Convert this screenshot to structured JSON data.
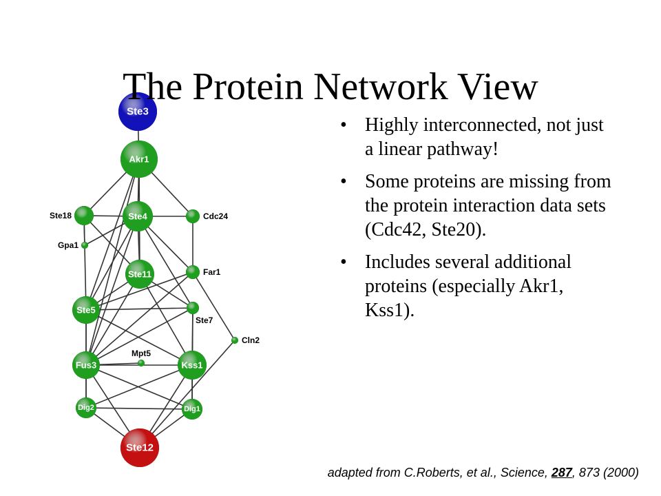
{
  "slide": {
    "title": "The Protein Network View",
    "bullets": [
      "Highly interconnected, not just a linear pathway!",
      "Some proteins are missing from the protein interaction data sets (Cdc42, Ste20).",
      "Includes several additional proteins (especially Akr1, Kss1)."
    ],
    "citation": {
      "before": "adapted from C.Roberts, et al., Science, ",
      "volume": "287",
      "after": ", 873 (2000)"
    }
  },
  "network": {
    "colors": {
      "green": "#1f9e1f",
      "blue": "#1212b8",
      "red": "#c41010",
      "edge": "#333333"
    },
    "nodes": [
      {
        "id": "Ste3",
        "label": "Ste3",
        "color": "blue"
      },
      {
        "id": "Akr1",
        "label": "Akr1",
        "color": "green"
      },
      {
        "id": "Ste18",
        "label": "Ste18",
        "color": "green"
      },
      {
        "id": "Ste4",
        "label": "Ste4",
        "color": "green"
      },
      {
        "id": "Cdc24",
        "label": "Cdc24",
        "color": "green"
      },
      {
        "id": "Gpa1",
        "label": "Gpa1",
        "color": "green"
      },
      {
        "id": "Ste11",
        "label": "Ste11",
        "color": "green"
      },
      {
        "id": "Far1",
        "label": "Far1",
        "color": "green"
      },
      {
        "id": "Ste5",
        "label": "Ste5",
        "color": "green"
      },
      {
        "id": "Ste7",
        "label": "Ste7",
        "color": "green"
      },
      {
        "id": "Cln2",
        "label": "Cln2",
        "color": "green"
      },
      {
        "id": "Mpt5",
        "label": "Mpt5",
        "color": "green"
      },
      {
        "id": "Fus3",
        "label": "Fus3",
        "color": "green"
      },
      {
        "id": "Kss1",
        "label": "Kss1",
        "color": "green"
      },
      {
        "id": "Dig2",
        "label": "Dig2",
        "color": "green"
      },
      {
        "id": "Dig1",
        "label": "Dig1",
        "color": "green"
      },
      {
        "id": "Ste12",
        "label": "Ste12",
        "color": "red"
      }
    ],
    "edges": [
      [
        "Ste3",
        "Akr1"
      ],
      [
        "Akr1",
        "Ste18"
      ],
      [
        "Akr1",
        "Ste4"
      ],
      [
        "Akr1",
        "Cdc24"
      ],
      [
        "Akr1",
        "Ste5"
      ],
      [
        "Akr1",
        "Fus3"
      ],
      [
        "Akr1",
        "Ste11"
      ],
      [
        "Ste18",
        "Ste4"
      ],
      [
        "Ste18",
        "Gpa1"
      ],
      [
        "Ste18",
        "Ste11"
      ],
      [
        "Ste18",
        "Ste5"
      ],
      [
        "Ste4",
        "Cdc24"
      ],
      [
        "Ste4",
        "Gpa1"
      ],
      [
        "Ste4",
        "Ste11"
      ],
      [
        "Ste4",
        "Ste5"
      ],
      [
        "Ste4",
        "Far1"
      ],
      [
        "Ste4",
        "Fus3"
      ],
      [
        "Ste4",
        "Ste7"
      ],
      [
        "Cdc24",
        "Far1"
      ],
      [
        "Ste11",
        "Ste5"
      ],
      [
        "Ste11",
        "Fus3"
      ],
      [
        "Ste11",
        "Kss1"
      ],
      [
        "Ste11",
        "Ste7"
      ],
      [
        "Far1",
        "Fus3"
      ],
      [
        "Far1",
        "Cln2"
      ],
      [
        "Far1",
        "Ste5"
      ],
      [
        "Ste5",
        "Ste7"
      ],
      [
        "Ste5",
        "Fus3"
      ],
      [
        "Ste5",
        "Kss1"
      ],
      [
        "Ste5",
        "Dig2"
      ],
      [
        "Ste7",
        "Fus3"
      ],
      [
        "Ste7",
        "Kss1"
      ],
      [
        "Ste7",
        "Dig1"
      ],
      [
        "Cln2",
        "Ste12"
      ],
      [
        "Fus3",
        "Mpt5"
      ],
      [
        "Fus3",
        "Kss1"
      ],
      [
        "Fus3",
        "Dig2"
      ],
      [
        "Fus3",
        "Dig1"
      ],
      [
        "Fus3",
        "Ste12"
      ],
      [
        "Kss1",
        "Dig2"
      ],
      [
        "Kss1",
        "Dig1"
      ],
      [
        "Kss1",
        "Ste12"
      ],
      [
        "Dig2",
        "Ste12"
      ],
      [
        "Dig1",
        "Ste12"
      ],
      [
        "Dig2",
        "Dig1"
      ]
    ]
  }
}
